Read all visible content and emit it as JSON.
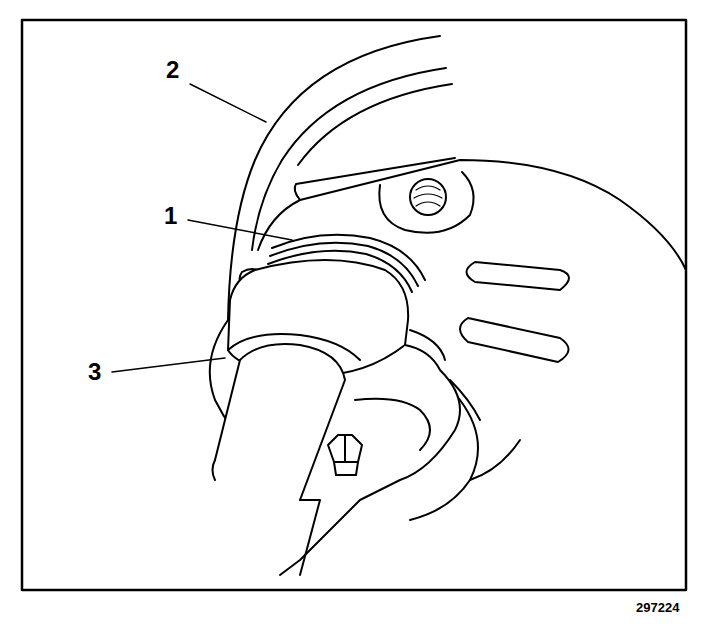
{
  "diagram": {
    "labels": [
      "2",
      "1",
      "3",
      "297224"
    ]
  }
}
